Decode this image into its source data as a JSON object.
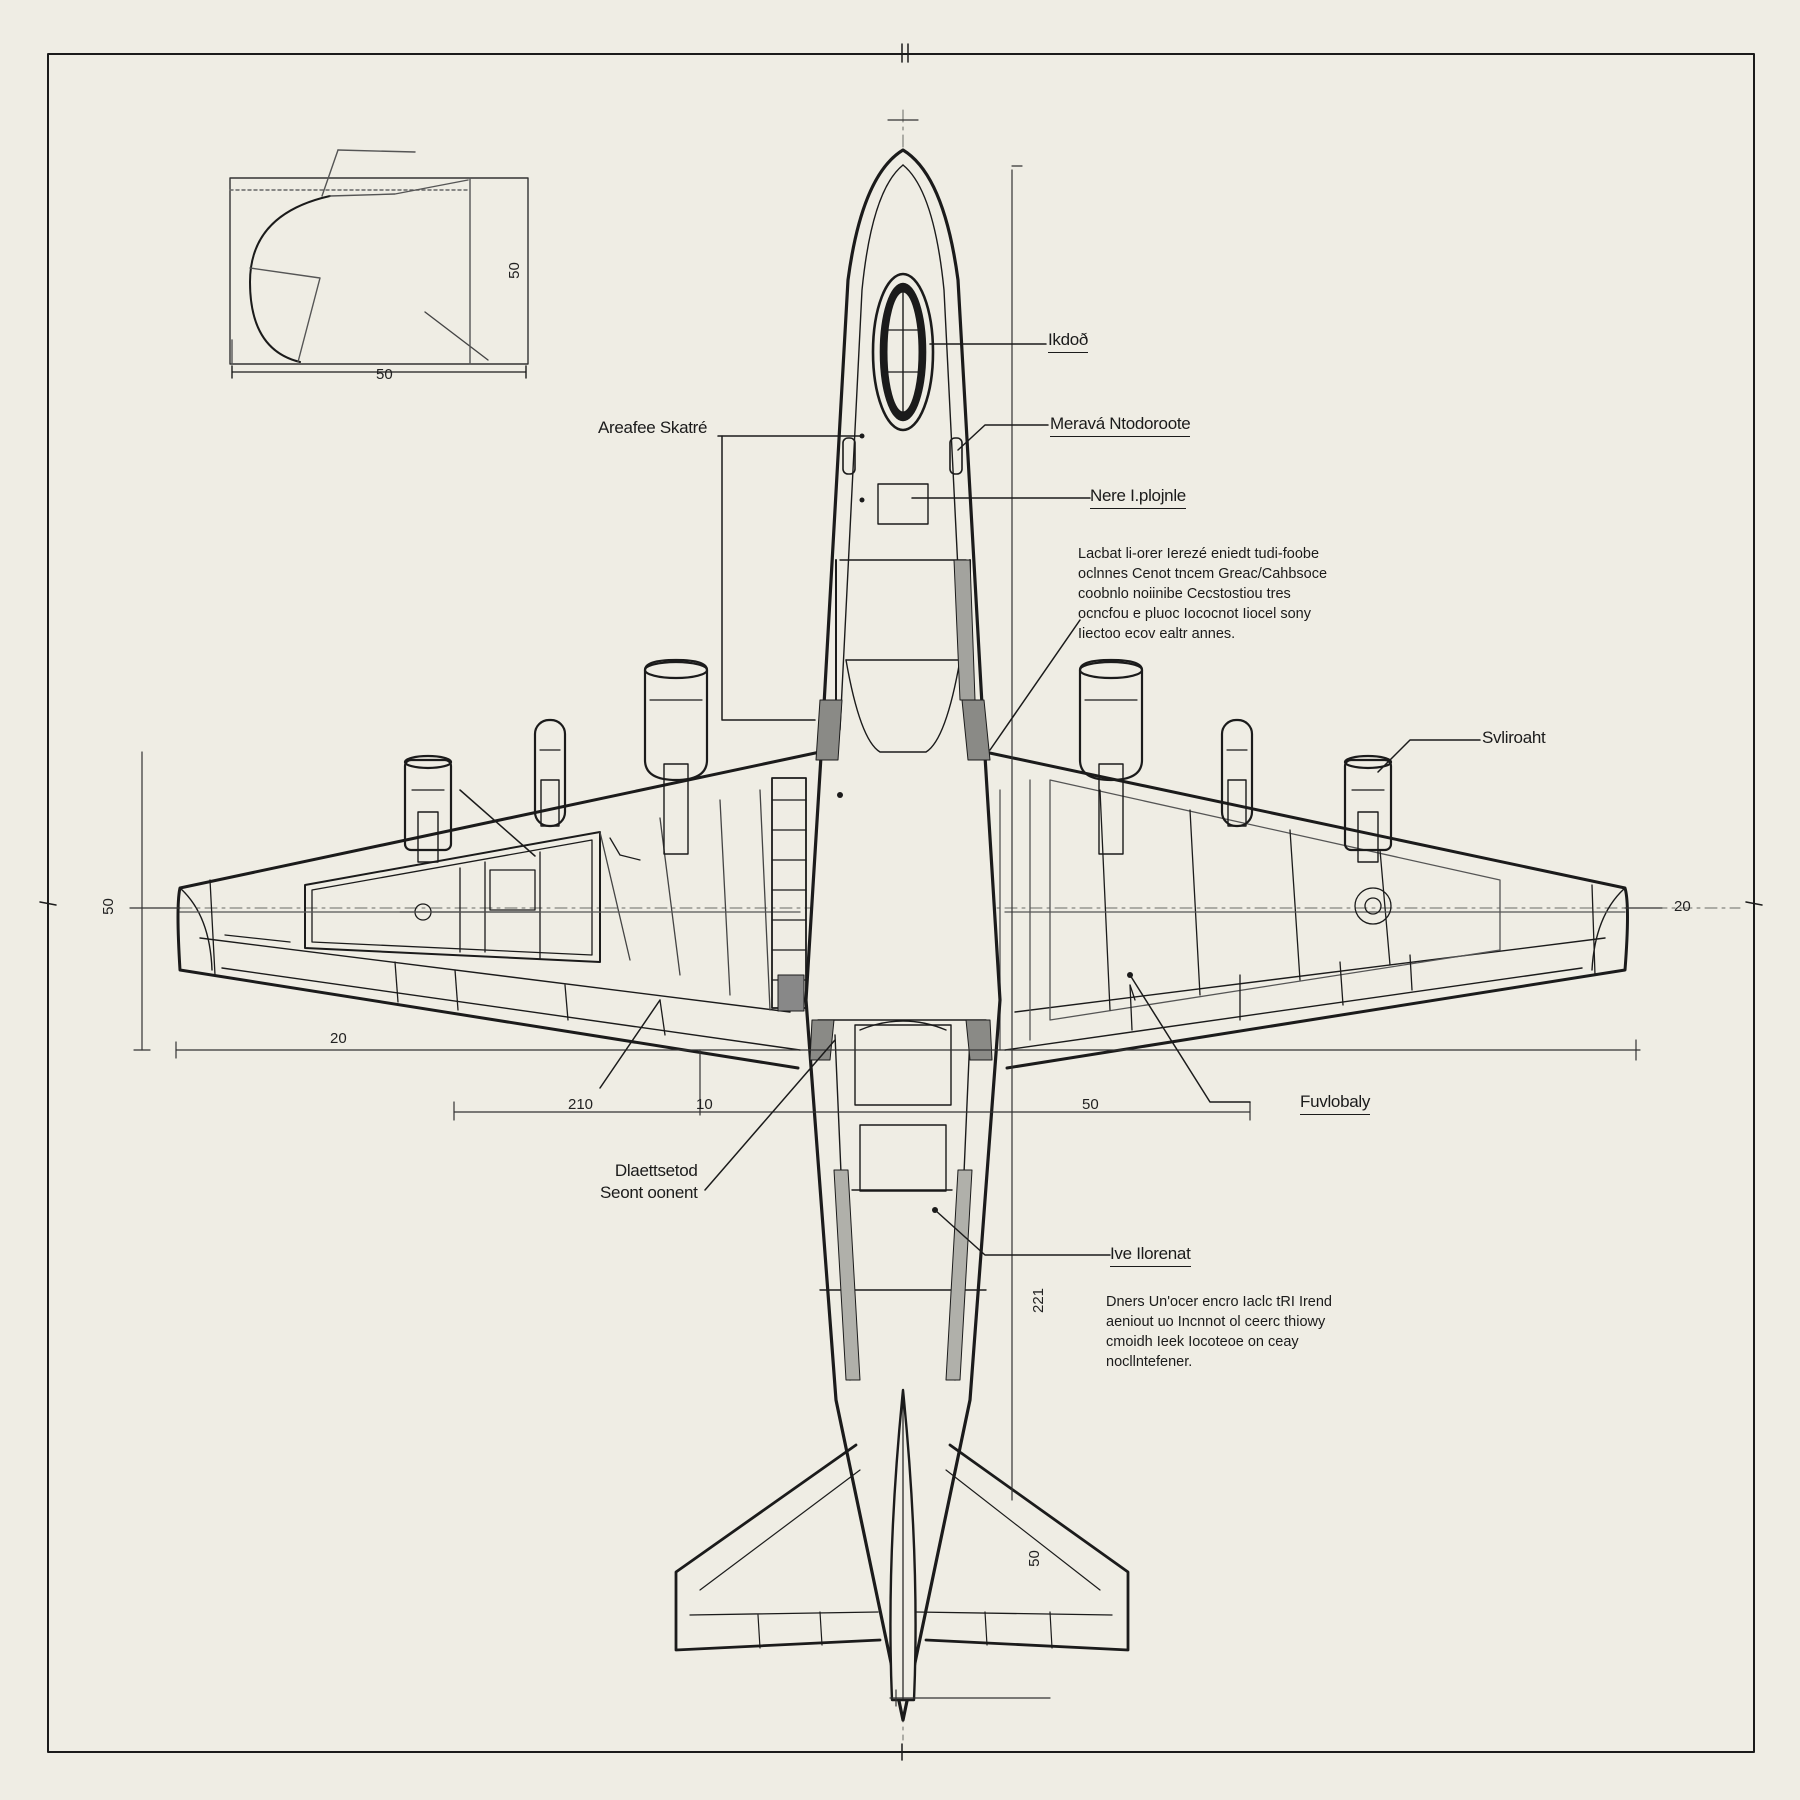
{
  "colors": {
    "paper": "#efede4",
    "ink": "#1b1b1b",
    "faint_ink": "#6a6a66"
  },
  "labels": {
    "nose": "Ikdoð",
    "airframe": "Areafee Skatré",
    "forward_section": "Meravá Ntodoroote",
    "cockpit_station": "Nere I.plojnle",
    "engine_right": "Svliroaht",
    "fuel_bay": "Fuvlobaly",
    "center_section": "Dlaettsetod\nSeont oonent",
    "tail_section": "Ive Ilorenat"
  },
  "notes": {
    "upper": "Lacbat li-orer Ierezé eniedt tudi-foobe\noclnnes Cenot tncem Greac/Cahbsoce\ncoobnlo noiinibe Cecstostiou tres\nocncfou e pluoc Iococnot Iiocel sony\nIiectoo ecov ealtr annes.",
    "lower": "Dners Un'ocer encro Iaclc tRI Irend\naeniout uo Incnnot ol ceerc thiowy\ncmoidh Ieek Iocoteoe on ceay\nnocllntefener."
  },
  "dimensions": {
    "inset_height": "50",
    "inset_width": "50",
    "left_edge": "50",
    "right_edge": "20",
    "wing_left_span": "20",
    "wing_left_chord": "210",
    "wing_left_mid": "10",
    "wing_right": "50",
    "fuselage_rear": "221",
    "tail": "50"
  }
}
